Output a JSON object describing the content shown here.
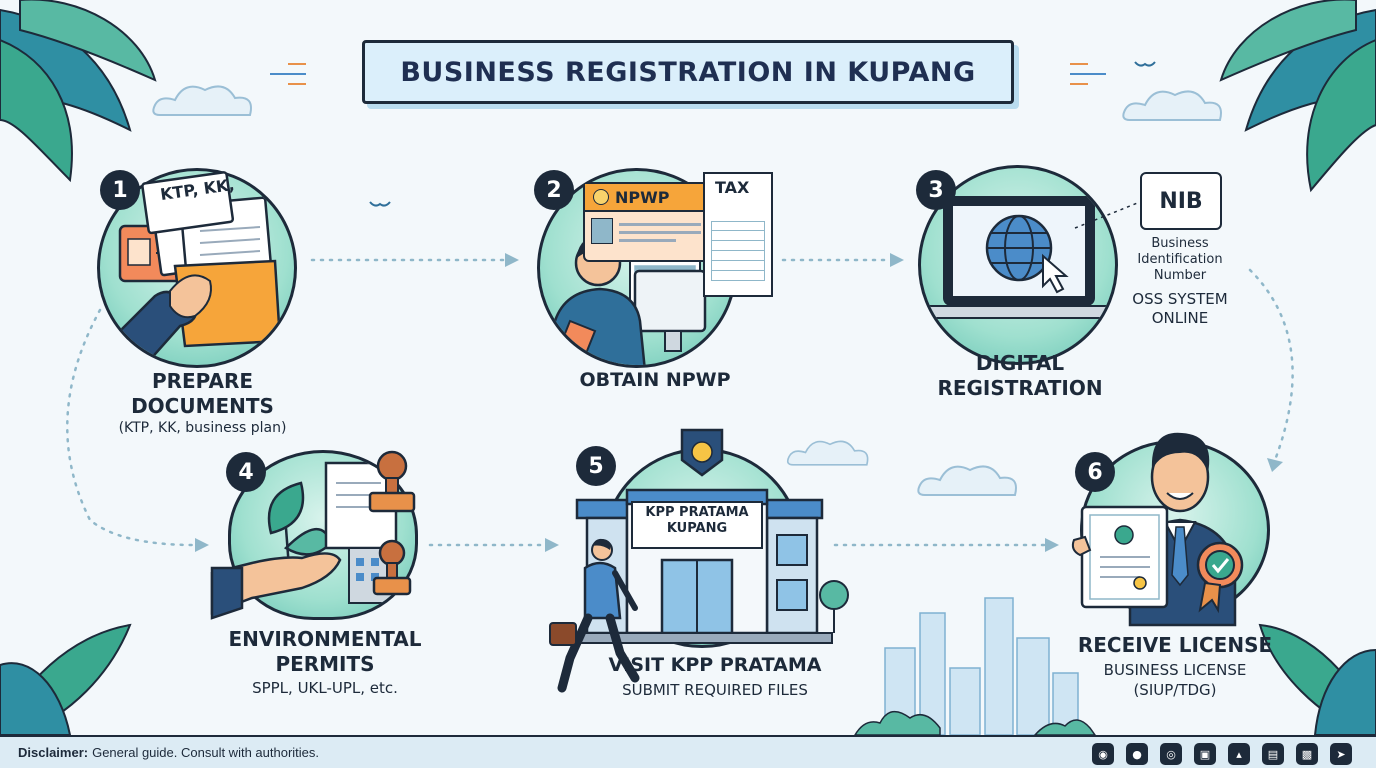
{
  "title": "BUSINESS REGISTRATION IN KUPANG",
  "steps": [
    {
      "number": "1",
      "title_line1": "PREPARE",
      "title_line2": "DOCUMENTS",
      "subtitle": "(KTP, KK, business plan)",
      "doc_text": "KTP, KK,"
    },
    {
      "number": "2",
      "title": "OBTAIN NPWP",
      "card_label": "NPWP",
      "tax_label": "TAX"
    },
    {
      "number": "3",
      "title_line1": "DIGITAL",
      "title_line2": "REGISTRATION",
      "nib_label": "NIB",
      "nib_desc_line1": "Business",
      "nib_desc_line2": "Identification",
      "nib_desc_line3": "Number",
      "oss_line1": "OSS SYSTEM",
      "oss_line2": "ONLINE"
    },
    {
      "number": "4",
      "title_line1": "ENVIRONMENTAL",
      "title_line2": "PERMITS",
      "subtitle": "SPPL, UKL-UPL, etc."
    },
    {
      "number": "5",
      "title": "VISIT KPP PRATAMA",
      "subtitle": "SUBMIT REQUIRED FILES",
      "building_line1": "KPP PRATAMA",
      "building_line2": "KUPANG"
    },
    {
      "number": "6",
      "title": "RECEIVE LICENSE",
      "subtitle_line1": "BUSINESS LICENSE",
      "subtitle_line2": "(SIUP/TDG)"
    }
  ],
  "footer": {
    "disclaimer_label": "Disclaimer:",
    "disclaimer_text": "General guide. Consult with authorities.",
    "icons": [
      "camera-icon",
      "microphone-icon",
      "globe-icon",
      "monitor-icon",
      "network-icon",
      "copy-icon",
      "calendar-icon",
      "send-icon"
    ]
  },
  "colors": {
    "dark": "#1d2a3a",
    "teal": "#66c3b3",
    "banner": "#dbeffb",
    "background": "#f3f8fb"
  }
}
